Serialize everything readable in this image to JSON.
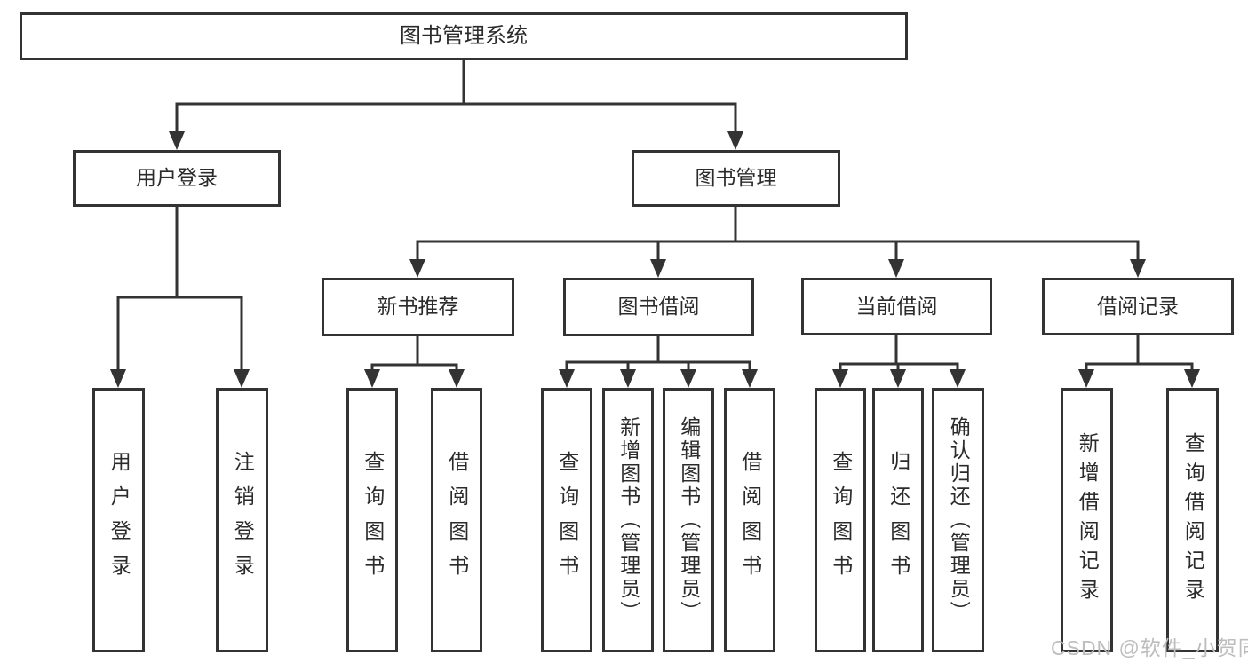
{
  "diagram": {
    "root": {
      "label": "图书管理系统"
    },
    "branches": [
      {
        "label": "用户登录",
        "children": [
          {
            "label": "用户登录"
          },
          {
            "label": "注销登录"
          }
        ]
      },
      {
        "label": "图书管理",
        "children": [
          {
            "label": "新书推荐",
            "children": [
              {
                "label": "查询图书"
              },
              {
                "label": "借阅图书"
              }
            ]
          },
          {
            "label": "图书借阅",
            "children": [
              {
                "label": "查询图书"
              },
              {
                "label": "新增图书（管理员）"
              },
              {
                "label": "编辑图书（管理员）"
              },
              {
                "label": "借阅图书"
              }
            ]
          },
          {
            "label": "当前借阅",
            "children": [
              {
                "label": "查询图书"
              },
              {
                "label": "归还图书"
              },
              {
                "label": "确认归还（管理员）"
              }
            ]
          },
          {
            "label": "借阅记录",
            "children": [
              {
                "label": "新增借阅记录"
              },
              {
                "label": "查询借阅记录"
              }
            ]
          }
        ]
      }
    ]
  },
  "line_color": "#333333",
  "watermark": "CSDN @软件_小贺同学"
}
